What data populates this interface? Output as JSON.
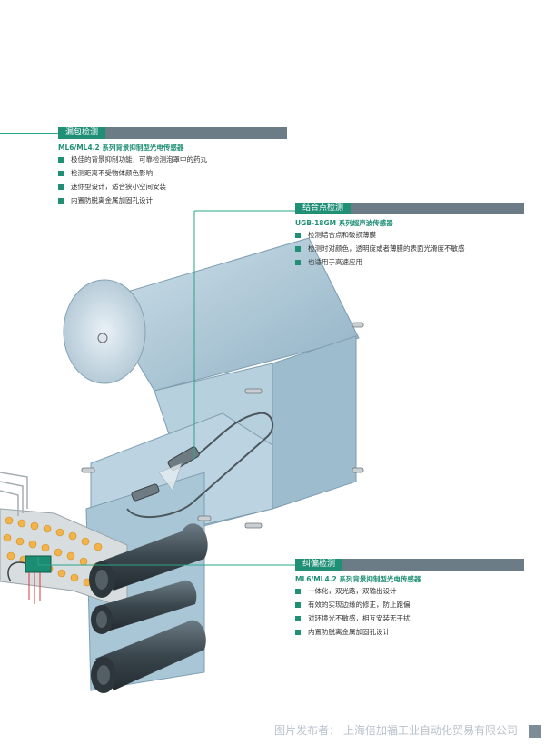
{
  "section1": {
    "heading": "漏包检测",
    "subtitle": "ML6/ML4.2 系列背景抑制型光电传感器",
    "items": [
      "极佳的背景抑制功能，可靠检测泡罩中的药丸",
      "检测距离不受物体颜色影响",
      "迷你型设计，适合狭小空间安装",
      "内置防脱离金属加固孔设计"
    ]
  },
  "section2": {
    "heading": "结合点检测",
    "subtitle": "UGB-18GM 系列超声波传感器",
    "items": [
      "检测结合点和破损薄膜",
      "检测时对颜色，透明度或者薄膜的表面光滑度不敏感",
      "也适用于高速应用"
    ]
  },
  "section3": {
    "heading": "纠偏检测",
    "subtitle": "ML6/ML4.2 系列背景抑制型光电传感器",
    "items": [
      "一体化，双光路，双输出设计",
      "有效的实现边缘的修正，防止跑偏",
      "对环境光不敏感，相互安装无干扰",
      "内置防脱离金属加固孔设计"
    ]
  },
  "footer": {
    "credit": "图片发布者：  上海倍加福工业自动化贸易有限公司"
  },
  "colors": {
    "accent": "#1f8f76",
    "header_bar": "#6b7c87",
    "film": "#a9c6d6",
    "roller": "#3d4a52"
  }
}
